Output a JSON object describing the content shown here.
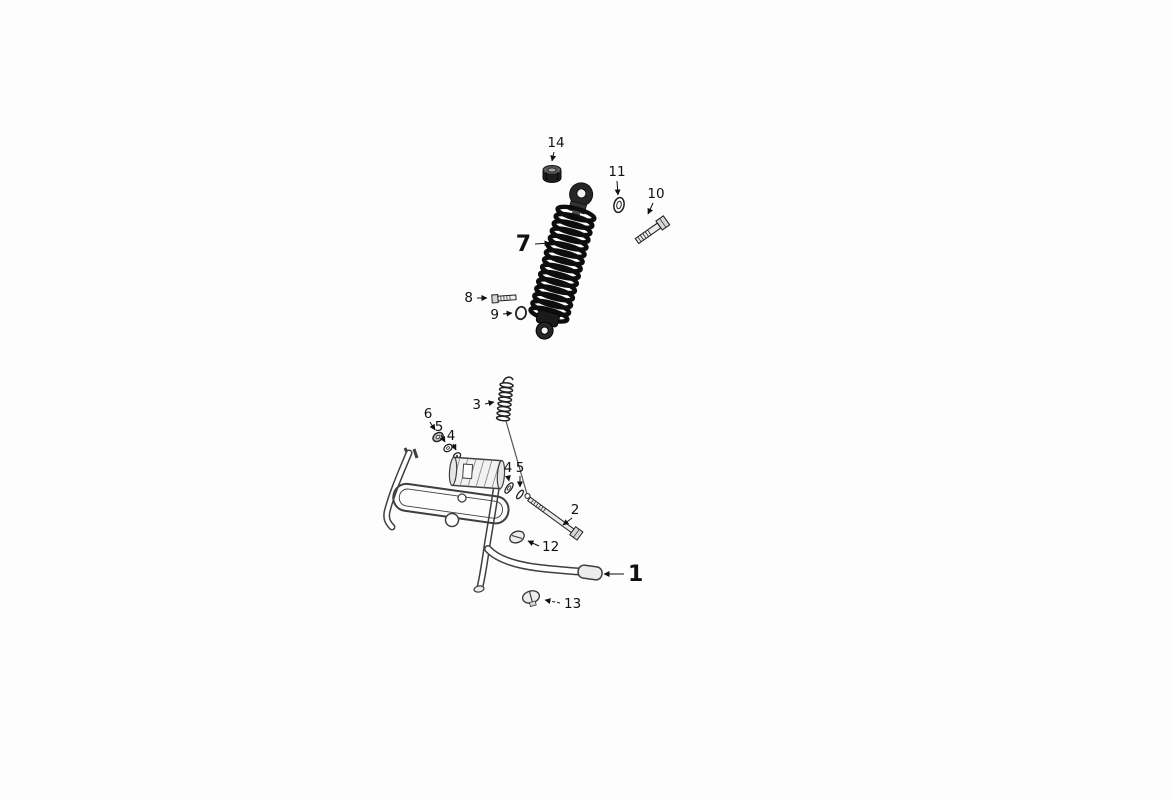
{
  "figure": {
    "kind": "exploded-parts-diagram",
    "colors": {
      "background": "#fdfdfd",
      "line": "#1a1a1a",
      "metal_fill": "#e8e8e8",
      "dark_part": "#262626"
    }
  },
  "labels": {
    "p14": "14",
    "p11": "11",
    "p10": "10",
    "p7": "7",
    "p8": "8",
    "p9": "9",
    "p3": "3",
    "p6": "6",
    "p5a": "5",
    "p4a": "4",
    "p4b": "4",
    "p5b": "5",
    "p2": "2",
    "p12": "12",
    "p1": "1",
    "p13": "13"
  }
}
